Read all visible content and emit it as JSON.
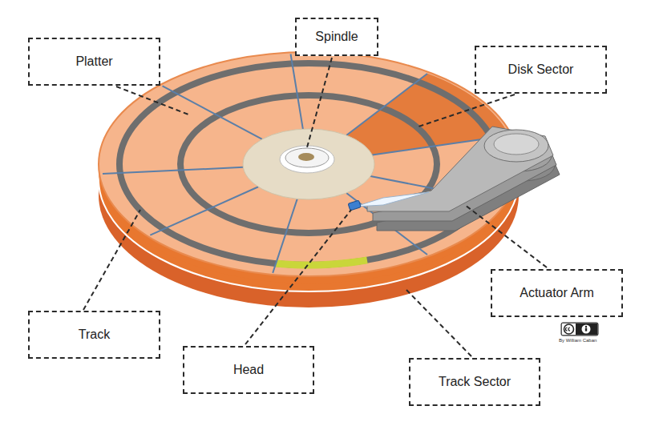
{
  "diagram": {
    "nodes": [
      {
        "text": [
          "Spindle"
        ]
      },
      {
        "text": [
          "Platter"
        ]
      },
      {
        "text": [
          "Disk Sector"
        ]
      },
      {
        "text": [
          "Actuator Arm"
        ]
      },
      {
        "text": [
          "Track"
        ]
      },
      {
        "text": [
          "Head"
        ]
      },
      {
        "text": [
          "Track Sector"
        ]
      }
    ],
    "labels": [
      "By William Caban"
    ]
  }
}
